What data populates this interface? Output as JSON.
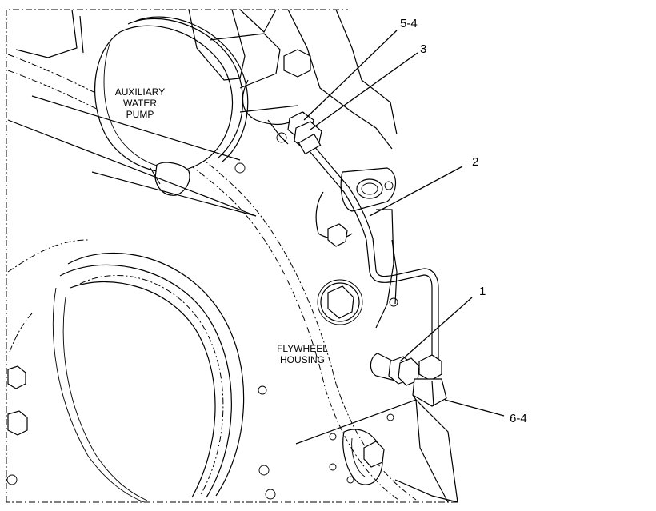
{
  "labels": {
    "auxiliary_line1": "AUXILIARY",
    "auxiliary_line2": "WATER",
    "auxiliary_line3": "PUMP",
    "flywheel_line1": "FLYWHEEL",
    "flywheel_line2": "HOUSING"
  },
  "callouts": {
    "c5_4": "5-4",
    "c3": "3",
    "c2": "2",
    "c1": "1",
    "c6_4": "6-4"
  }
}
